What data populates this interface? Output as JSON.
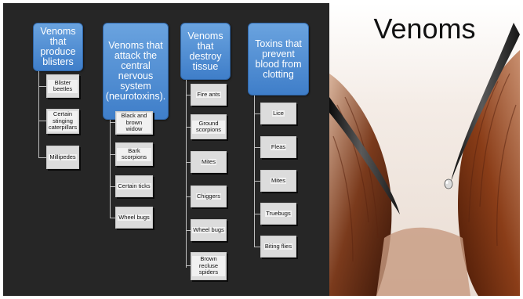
{
  "slide": {
    "title": "Venoms"
  },
  "groups": [
    {
      "label": "Venoms that produce blisters",
      "items": [
        "Blister beetles",
        "Certain stinging caterpillars",
        "Millipedes"
      ]
    },
    {
      "label": "Venoms that attack the central nervous system (neurotoxins).",
      "items": [
        "Black and brown widow",
        "Bark scorpions",
        "Certain ticks",
        "Wheel bugs"
      ]
    },
    {
      "label": "Venoms that destroy tissue",
      "items": [
        "Fire ants",
        "Ground scorpions",
        "Mites",
        "Chiggers",
        "Wheel bugs",
        "Brown recluse spiders"
      ]
    },
    {
      "label": "Toxins that prevent blood from clotting",
      "items": [
        "Lice",
        "Fleas",
        "Mites",
        "Truebugs",
        "Biting flies"
      ]
    }
  ],
  "colors": {
    "panel": "#262626",
    "header": "#4a8bd6",
    "child": "#f4f4f4"
  }
}
